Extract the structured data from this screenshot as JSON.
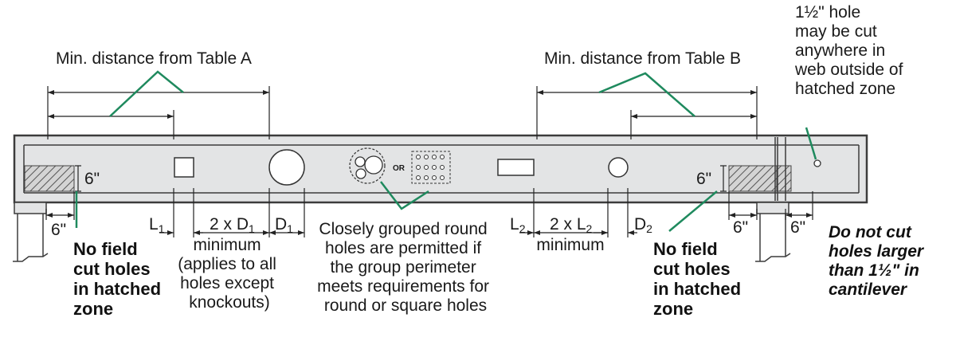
{
  "labels": {
    "table_a": "Min. distance from Table A",
    "table_b": "Min. distance from Table B",
    "six_in": "6\"",
    "or": "OR",
    "l1_main": "L",
    "l1_sub": "1",
    "d1_main": "D",
    "d1_sub": "1",
    "two_x_d1_prefix": "2 x D",
    "two_x_d1_sub": "1",
    "l2_main": "L",
    "l2_sub": "2",
    "two_x_l2_prefix": "2 x L",
    "two_x_l2_sub": "2",
    "d2_main": "D",
    "d2_sub": "2",
    "min_left": [
      "minimum",
      "(applies to all",
      "holes except",
      "knockouts)"
    ],
    "min_right": "minimum",
    "grouped": [
      "Closely grouped round",
      "holes are permitted if",
      "the group perimeter",
      "meets requirements for",
      "round or square holes"
    ],
    "no_cut_left": [
      "No field",
      "cut holes",
      "in hatched",
      "zone"
    ],
    "no_cut_right": [
      "No field",
      "cut holes",
      "in hatched",
      "zone"
    ],
    "hole_note": [
      "1½\" hole",
      "may be cut",
      "anywhere in",
      "web outside of",
      "hatched zone"
    ],
    "cantilever": [
      "Do not cut",
      "holes larger",
      "than 1½\" in",
      "cantilever"
    ]
  },
  "colors": {
    "beam_fill": "#e3e4e5",
    "beam_stroke": "#3c3c3c",
    "leader": "#1f8a5e",
    "hatch": "#555555"
  }
}
